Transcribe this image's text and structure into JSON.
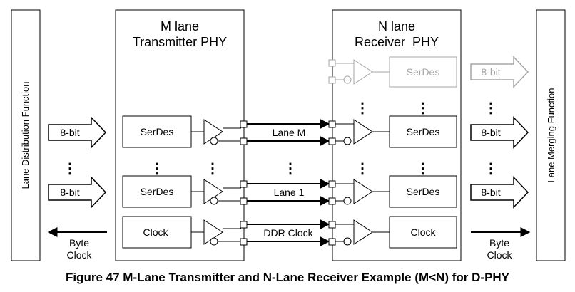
{
  "diagram": {
    "left_function": "Lane Distribution Function",
    "right_function": "Lane Merging Function",
    "tx": {
      "title_line1": "M lane",
      "title_line2": "Transmitter PHY"
    },
    "rx": {
      "title_line1": "N lane",
      "title_line2": "Receiver  PHY"
    },
    "lanes": [
      "Lane M",
      "Lane 1"
    ],
    "clock_lane": "DDR Clock",
    "serdes_label": "SerDes",
    "clock_block_label": "Clock",
    "bus_label": "8-bit",
    "byte_clock_line1": "Byte",
    "byte_clock_line2": "Clock",
    "ellipsis": "⋮",
    "colors": {
      "line": "#000000",
      "inactive": "#a6a6a6",
      "background": "#ffffff"
    }
  },
  "caption": "Figure 47 M-Lane Transmitter and N-Lane Receiver Example (M<N) for D-PHY"
}
